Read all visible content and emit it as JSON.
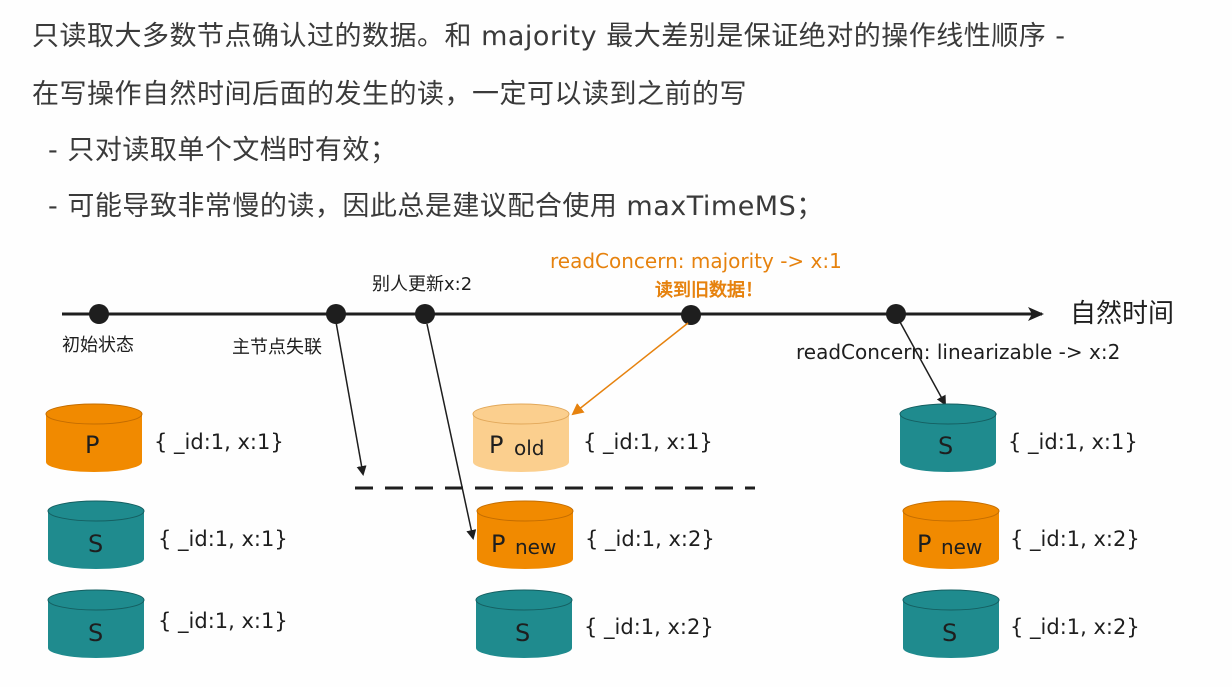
{
  "header": {
    "line1": "只读取大多数节点确认过的数据。和 majority 最大差别是保证绝对的操作线性顺序 -",
    "line2": "在写操作自然时间后面的发生的读，一定可以读到之前的写"
  },
  "bullets": [
    "- 只对读取单个文档时有效；",
    "- 可能导致非常慢的读，因此总是建议配合使用 maxTimeMS；"
  ],
  "timeline": {
    "axis_label": "自然时间",
    "events": [
      {
        "label": "初始状态"
      },
      {
        "label": "主节点失联"
      },
      {
        "label": "别人更新x:2"
      },
      {
        "label": "readConcern: majority -> x:1",
        "note": "读到旧数据！"
      },
      {
        "label": "readConcern: linearizable -> x:2"
      }
    ]
  },
  "columns": [
    {
      "nodes": [
        {
          "role": "P",
          "sub": "",
          "doc": "{ _id:1, x:1}"
        },
        {
          "role": "S",
          "sub": "",
          "doc": "{ _id:1, x:1}"
        },
        {
          "role": "S",
          "sub": "",
          "doc": "{ _id:1, x:1}"
        }
      ]
    },
    {
      "nodes": [
        {
          "role": "P",
          "sub": "old",
          "doc": "{ _id:1, x:1}"
        },
        {
          "role": "P",
          "sub": "new",
          "doc": "{ _id:1, x:2}"
        },
        {
          "role": "S",
          "sub": "",
          "doc": "{ _id:1, x:2}"
        }
      ]
    },
    {
      "nodes": [
        {
          "role": "S",
          "sub": "",
          "doc": "{ _id:1, x:1}"
        },
        {
          "role": "P",
          "sub": "new",
          "doc": "{ _id:1, x:2}"
        },
        {
          "role": "S",
          "sub": "",
          "doc": "{ _id:1, x:2}"
        }
      ]
    }
  ],
  "colors": {
    "primary": "#f18a00",
    "primary_old": "#fbcf8e",
    "secondary": "#1f8b8e",
    "accent_text": "#e6820e",
    "dark": "#1e1e1e"
  }
}
